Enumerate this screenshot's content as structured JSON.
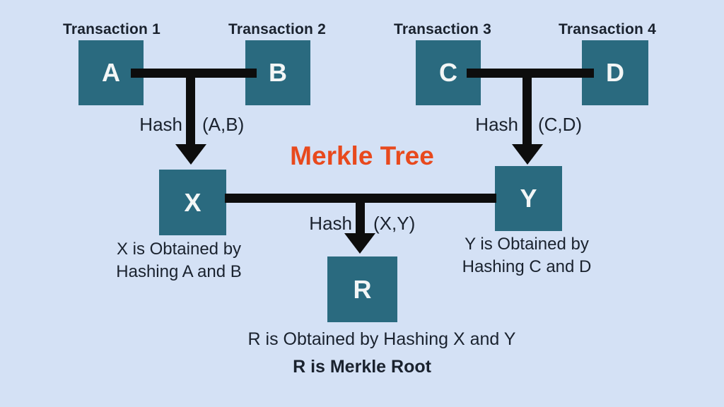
{
  "title": "Merkle Tree",
  "colors": {
    "background": "#d4e1f5",
    "node": "#2a6a7f",
    "connector": "#0d0d0d",
    "title": "#e8491d",
    "node_letter": "#f3f6f6",
    "text": "#1a222e"
  },
  "transactions": [
    {
      "label": "Transaction 1",
      "letter": "A"
    },
    {
      "label": "Transaction 2",
      "letter": "B"
    },
    {
      "label": "Transaction 3",
      "letter": "C"
    },
    {
      "label": "Transaction 4",
      "letter": "D"
    }
  ],
  "hash_operations": [
    {
      "label": "Hash",
      "args": "(A,B)"
    },
    {
      "label": "Hash",
      "args": "(C,D)"
    },
    {
      "label": "Hash",
      "args": "(X,Y)"
    }
  ],
  "nodes": {
    "x": {
      "letter": "X",
      "note_line1": "X is Obtained by",
      "note_line2": "Hashing A and B"
    },
    "y": {
      "letter": "Y",
      "note_line1": "Y is Obtained by",
      "note_line2": "Hashing C and D"
    },
    "root": {
      "letter": "R",
      "note": "R is Obtained by Hashing X and Y",
      "subnote": "R is Merkle Root"
    }
  }
}
